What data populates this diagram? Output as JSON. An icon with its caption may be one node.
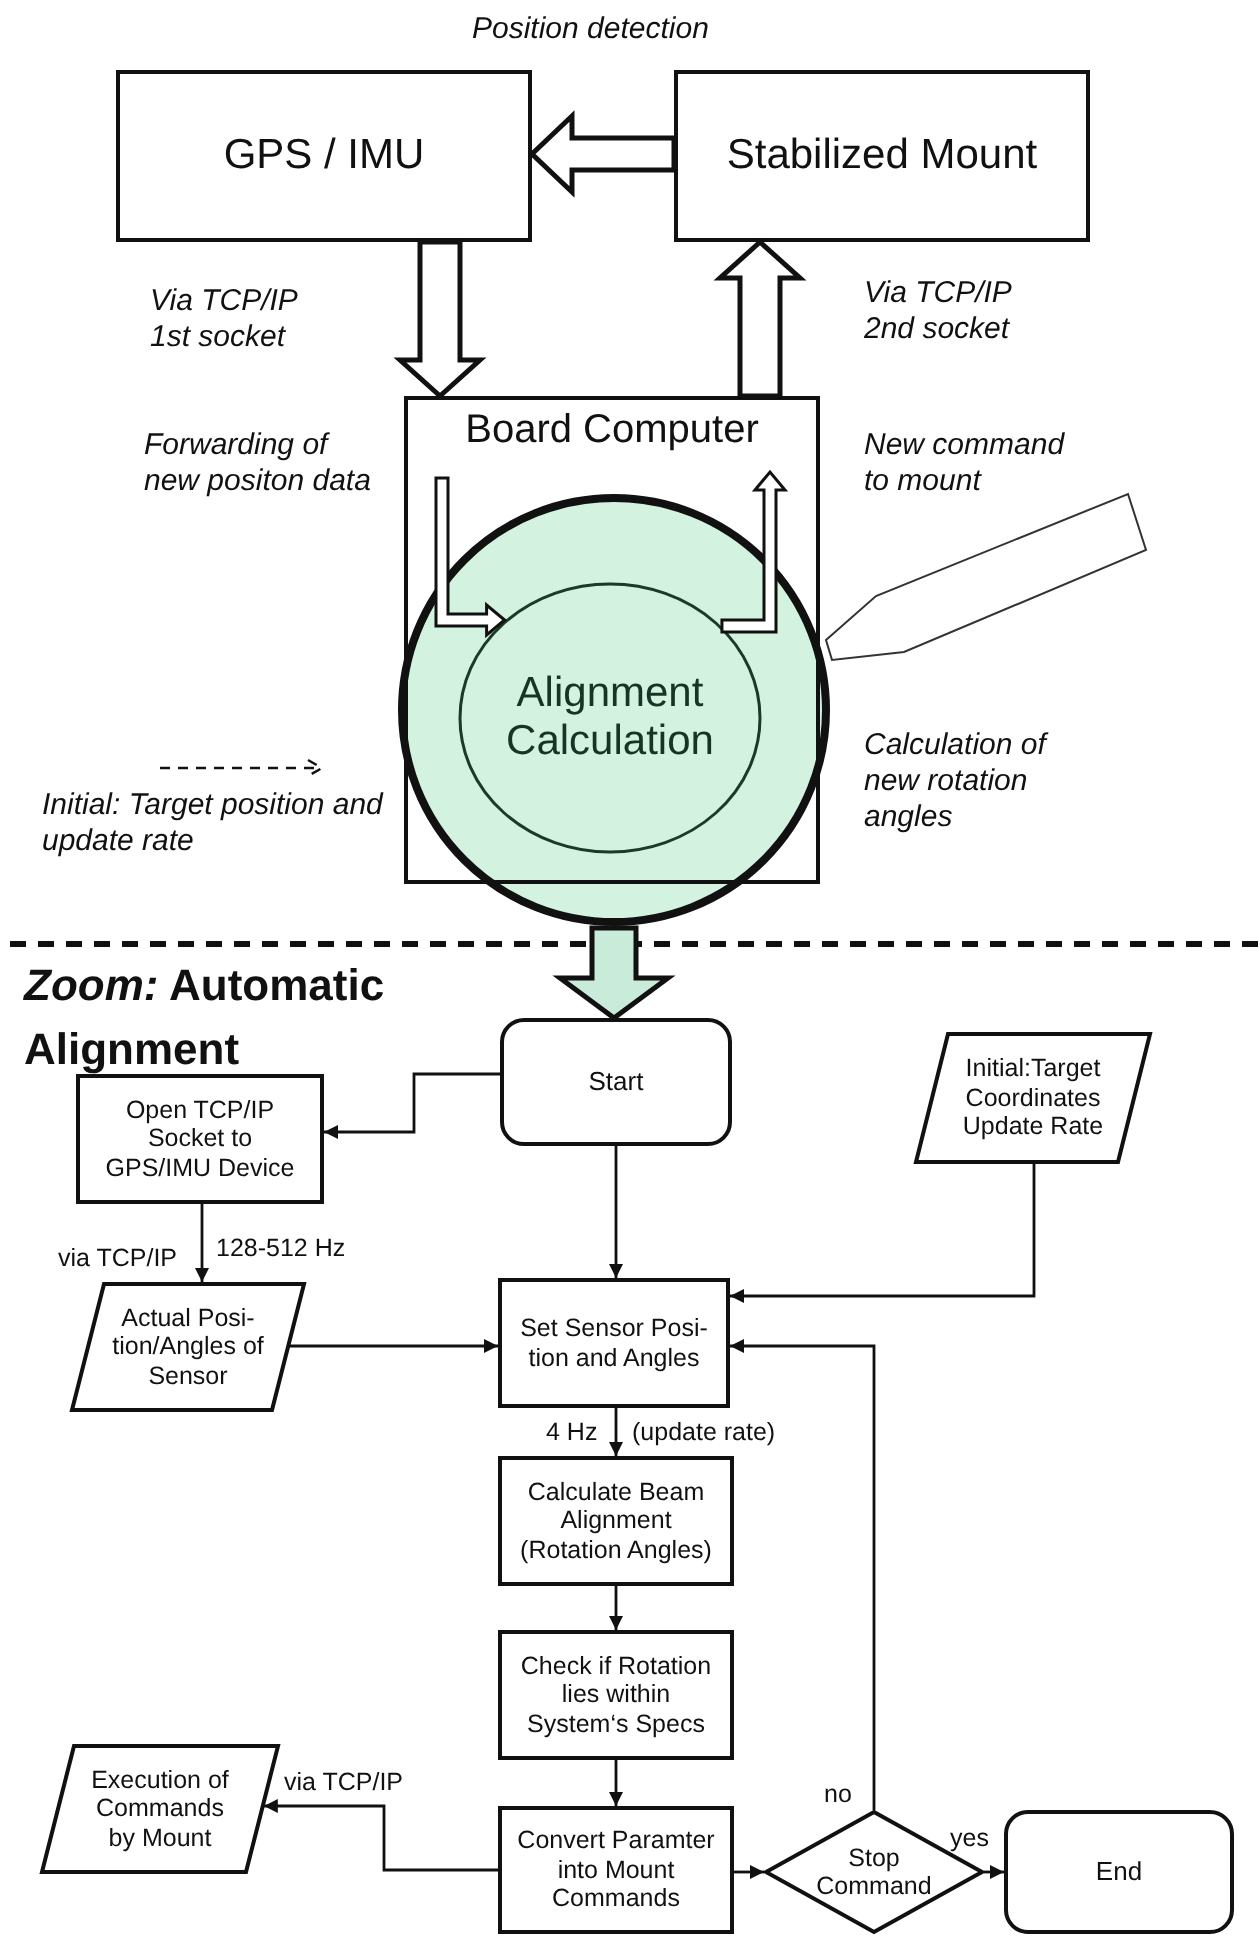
{
  "diagram": {
    "nodes": [
      {
        "text": [
          "GPS / IMU"
        ]
      },
      {
        "text": [
          "Stabilized Mount"
        ]
      },
      {
        "text": [
          "Board Computer"
        ]
      },
      {
        "text": [],
        "shape": "circle"
      },
      {
        "text": [
          "Alignment Calculation"
        ],
        "in": 3
      },
      {
        "text": [
          "Start"
        ]
      },
      {
        "text": [
          "Open TCP/IP Socket to GPS/IMU Device"
        ]
      },
      {
        "text": [
          "Initial:Target Coordinates Update Rate"
        ]
      },
      {
        "text": [
          "Actual Posi- tion/Angles of Sensor"
        ]
      },
      {
        "text": [
          "Set Sensor Posi- tion and Angles"
        ]
      },
      {
        "text": [
          "Calculate Beam Alignment (Rotation Angles)"
        ]
      },
      {
        "text": [
          "Check if Rotation lies within System‘s Specs"
        ]
      },
      {
        "text": [
          "Convert Paramter into Mount Commands"
        ]
      },
      {
        "text": [
          "Stop Command"
        ]
      },
      {
        "text": [
          "End"
        ]
      },
      {
        "text": [
          "Execution of Commands by Mount"
        ]
      },
      {
        "text": [],
        "shape": "bar"
      }
    ],
    "edges": [
      {
        "from": 1,
        "to": 0,
        "arrow": "to",
        "style": "thick",
        "label": "Position detection"
      },
      {
        "from": 0,
        "to": 2,
        "arrow": "to",
        "style": "thick",
        "label": "Via TCP/IP 1st socket"
      },
      {
        "from": 2,
        "to": 1,
        "arrow": "to",
        "style": "thick",
        "label": "Via TCP/IP 2nd socket"
      },
      {
        "from": 2,
        "to": 4,
        "arrow": "to",
        "style": "thick"
      },
      {
        "from": 4,
        "to": 2,
        "arrow": "to",
        "style": "thick"
      },
      {
        "from": 3,
        "to": 5,
        "arrow": "to",
        "style": "thick"
      },
      {
        "from": 5,
        "to": 6,
        "arrow": "to"
      },
      {
        "from": 6,
        "to": 8,
        "arrow": "to",
        "label": "via TCP/IP"
      },
      {
        "from": 5,
        "to": 9,
        "arrow": "to"
      },
      {
        "from": 7,
        "to": 9,
        "arrow": "to"
      },
      {
        "from": 8,
        "to": 9,
        "arrow": "to"
      },
      {
        "from": 9,
        "to": 10,
        "arrow": "to",
        "label": "4 Hz"
      },
      {
        "from": 10,
        "to": 11,
        "arrow": "to"
      },
      {
        "from": 11,
        "to": 12,
        "arrow": "to"
      },
      {
        "from": 12,
        "to": 13,
        "arrow": "to"
      },
      {
        "from": 13,
        "to": 14,
        "arrow": "to",
        "label": "yes"
      },
      {
        "from": 13,
        "to": 9,
        "arrow": "to",
        "label": "no"
      },
      {
        "from": 12,
        "to": 15,
        "arrow": "to",
        "label": "via TCP/IP"
      }
    ],
    "labels": [
      "Forwarding of new positon data",
      "New command to mount",
      "Calculation of new rotation angles",
      "*Zoom:* Automatic Alignment",
      "128-512 Hz",
      "(update rate)"
    ],
    "legend": [
      {
        "text": "Initial: Target position and update rate"
      }
    ]
  }
}
